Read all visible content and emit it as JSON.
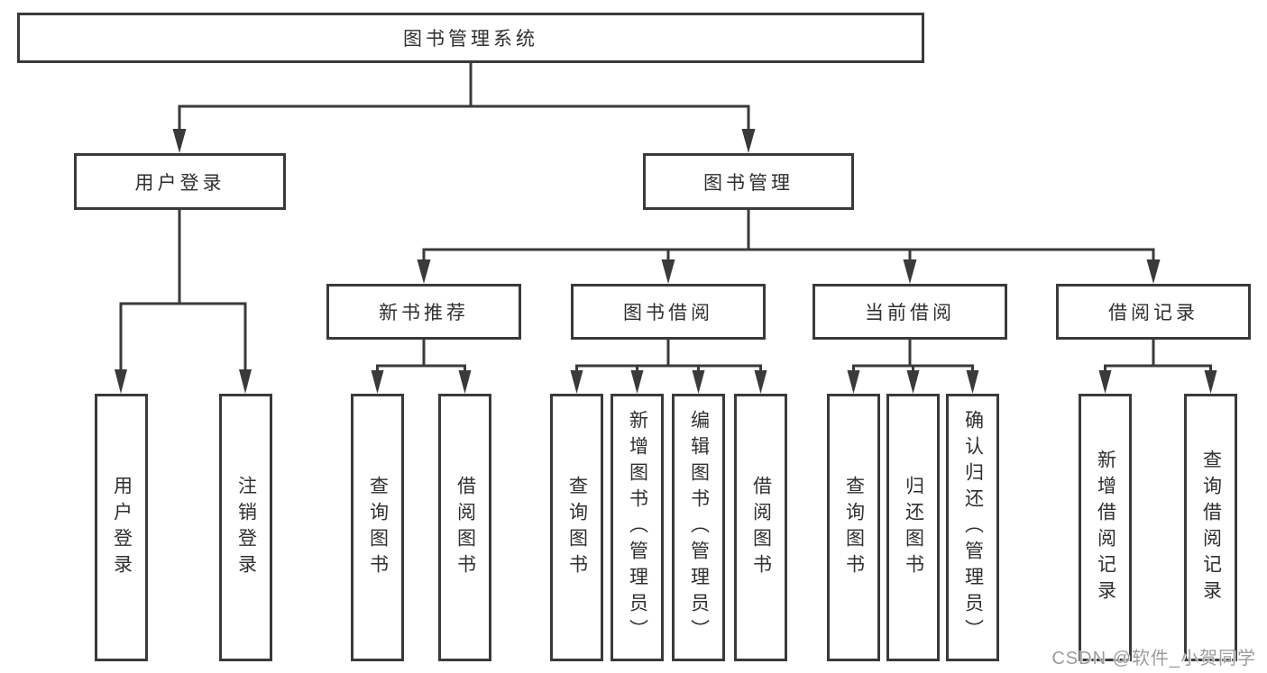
{
  "colors": {
    "line": "#3a3a3a",
    "text": "#2f2f2f",
    "background": "#ffffff",
    "watermark": "#9c9c9c"
  },
  "watermark": {
    "text": "CSDN @软件_小贺同学"
  },
  "tree": {
    "root": {
      "label": "图书管理系统",
      "children": [
        {
          "label": "用户登录",
          "children": [
            {
              "label": "用户登录"
            },
            {
              "label": "注销登录"
            }
          ]
        },
        {
          "label": "图书管理",
          "children": [
            {
              "label": "新书推荐",
              "children": [
                {
                  "label": "查询图书"
                },
                {
                  "label": "借阅图书"
                }
              ]
            },
            {
              "label": "图书借阅",
              "children": [
                {
                  "label": "查询图书"
                },
                {
                  "label": "新增图书（管理员）"
                },
                {
                  "label": "编辑图书（管理员）"
                },
                {
                  "label": "借阅图书"
                }
              ]
            },
            {
              "label": "当前借阅",
              "children": [
                {
                  "label": "查询图书"
                },
                {
                  "label": "归还图书"
                },
                {
                  "label": "确认归还（管理员）"
                }
              ]
            },
            {
              "label": "借阅记录",
              "children": [
                {
                  "label": "新增借阅记录"
                },
                {
                  "label": "查询借阅记录"
                }
              ]
            }
          ]
        }
      ]
    }
  }
}
